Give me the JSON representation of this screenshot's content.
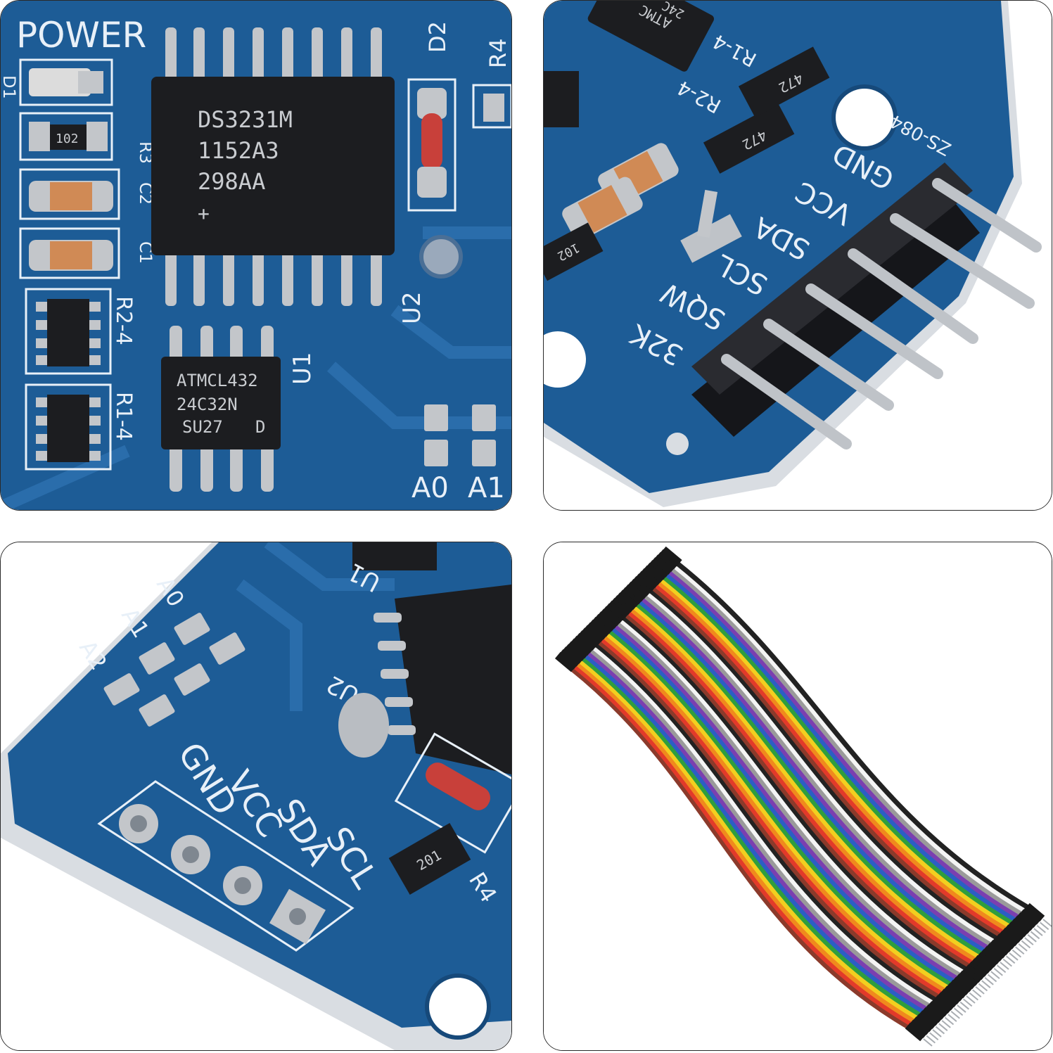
{
  "board": {
    "power_label": "POWER",
    "main_chip": {
      "line1": "DS3231M",
      "line2": "1152A3",
      "line3": "298AA",
      "line4": "+"
    },
    "eeprom_chip": {
      "line1": "ATMCL432",
      "line2": "24C32N",
      "line3": "SU27",
      "line4": "D"
    },
    "refs": {
      "d1": "D1",
      "d2": "D2",
      "r3": "R3",
      "c2": "C2",
      "c1": "C1",
      "r2": "R2-4",
      "r1": "R1-4",
      "u1": "U1",
      "u2": "U2",
      "a0": "A0",
      "a1": "A1",
      "a2": "A2",
      "r4": "R4",
      "r4_top": "R4"
    },
    "resistor_codes": {
      "r102": "102",
      "r472": "472",
      "r201": "201"
    }
  },
  "header": {
    "pins": [
      "GND",
      "VCC",
      "SDA",
      "SCL",
      "SQW",
      "32K"
    ],
    "board_code": "ZS-084",
    "top_chip": "ATMC",
    "top_chip_line2": "24C"
  },
  "bottom_pins": [
    "GND",
    "VCC",
    "SDA",
    "SCL"
  ],
  "colors": {
    "pcb": "#1d5c96",
    "pcb_dark": "#164a7c",
    "chip": "#1c1d20",
    "silkscreen": "#e8f0f8",
    "pad": "#c3c6ca",
    "smd_cap": "#d08a55"
  },
  "wires": [
    "#8b3a2b",
    "#e23a2a",
    "#f08a1d",
    "#f2cf1f",
    "#2f9e3d",
    "#2b5fc4",
    "#7b3fb0",
    "#9a9a9a",
    "#f4f4f4",
    "#222222"
  ]
}
